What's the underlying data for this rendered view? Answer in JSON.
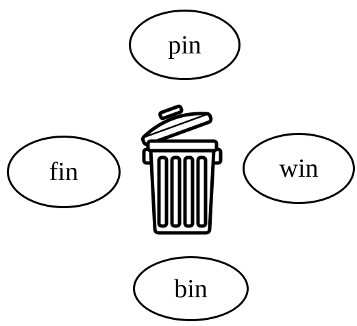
{
  "words": {
    "top": "pin",
    "left": "fin",
    "right": "win",
    "bottom": "bin"
  },
  "center_icon": "trash-can-icon"
}
